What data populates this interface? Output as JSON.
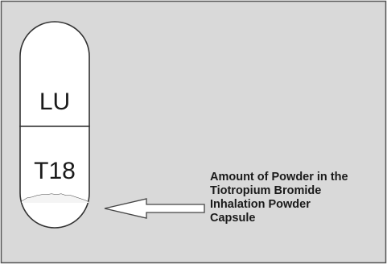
{
  "capsule": {
    "cap_imprint": "LU",
    "body_imprint": "T18"
  },
  "callout": {
    "lines": [
      "Amount of Powder in the",
      "Tiotropium Bromide",
      "Inhalation Powder",
      "Capsule"
    ]
  },
  "colors": {
    "background_panel": "#d9d9d9",
    "capsule_fill": "#ffffff",
    "outline": "#333333",
    "text": "#1a1a1a"
  }
}
